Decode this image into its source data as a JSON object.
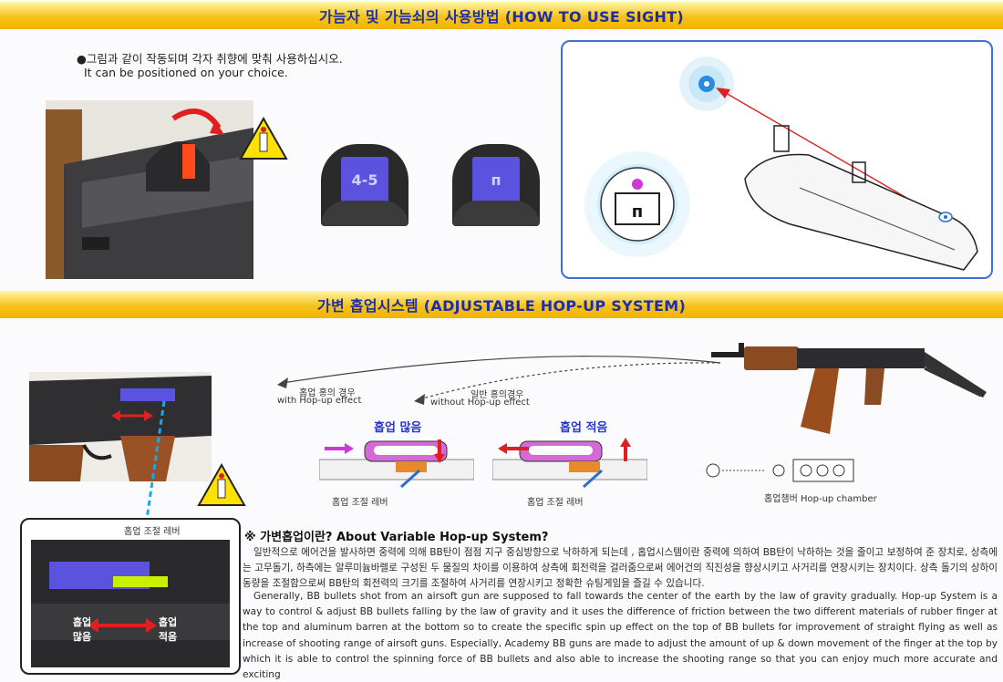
{
  "sight_section": {
    "title": "가늠자 및 가늠쇠의 사용방법 (HOW TO USE SIGHT)",
    "instruction_ko": "●그림과 같이 작동되며 각자 취향에 맞춰 사용하십시오.",
    "instruction_en": "It can be positioned on your choice.",
    "sight_labels": [
      "4-5",
      "п"
    ],
    "zoom_label": "п"
  },
  "hopup_section": {
    "title": "가변 홉업시스템 (ADJUSTABLE HOP-UP SYSTEM)",
    "with_hopup_ko": "홉업 홍의 경우",
    "with_hopup_en": "with Hop-up effect",
    "without_hopup_ko": "일반 홍의경우",
    "without_hopup_en": "without Hop-up effect",
    "more_label": "홉업 많음",
    "less_label": "홉업 적음",
    "lever_label_1": "홉업 조절 레버",
    "lever_label_2": "홉업 조절 레버",
    "chamber_label": "홉업챔버 Hop-up chamber",
    "inset_lever_label": "홉업 조절 레버",
    "inset_more_label": "홉업\n많음",
    "inset_less_label": "홉업\n적음"
  },
  "about": {
    "heading": "※ 가변홉업이란? About Variable Hop-up System?",
    "ko_text": "일반적으로 에어건을 발사하면 중력에 의해 BB탄이 점점 지구 중심방향으로 낙하하게 되는데 , 홉업시스템이란 중력에 의하여 BB탄이 낙하하는 것을 줄이고 보정하여 준 장치로, 상측에는 고무돌기, 하측에는 알루미늄바렐로 구성된 두 물질의 차이를 이용하여 상측에 회전력을 걸러줌으로써 에어건의 직진성을 향상시키고 사거리를 연장시키는 장치이다. 상측 돌기의 상하이동량을 조절함으로써 BB탄의 회전력의 크기를 조절하여 사거리를 연장시키고 정확한 슈팅게임을 즐길 수 있습니다.",
    "en_text": "Generally, BB bullets shot from an airsoft gun are supposed to fall towards the center of the earth by the law of gravity gradually. Hop-up System is a way to control & adjust BB bullets falling by the law of gravity and it uses the difference of friction between the two different materials of rubber finger at the top and aluminum barren at the bottom so to create the specific spin up effect on the top of BB bullets for improvement of straight flying as well as increase of shooting range of airsoft guns.  Especially, Academy BB guns are made to adjust the amount of up & down movement of the finger at the top by which it is able to control the spinning force of BB bullets and also able to increase the shooting range so that you can enjoy much more accurate and exciting"
  },
  "colors": {
    "band": "#f6c21a",
    "title_blue": "#1d2fa8",
    "accent_red": "#e02020",
    "accent_purple": "#5b52e0",
    "panel_border": "#3c6fd8"
  }
}
